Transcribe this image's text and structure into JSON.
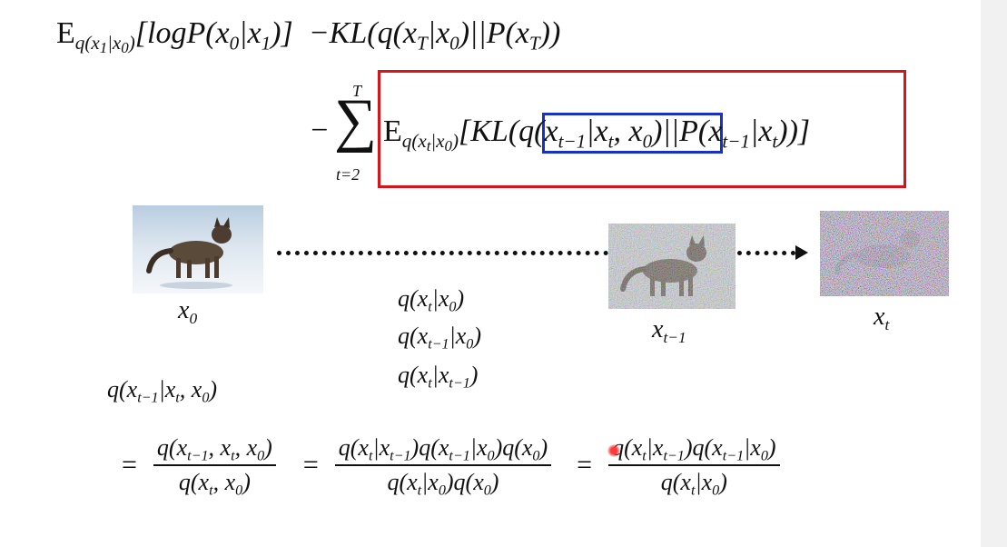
{
  "equation": {
    "line1": {
      "expect_sub": "q(x1|x0)",
      "expect_arg": "[logP(x0|x1)]",
      "kl_term": "−KL(q(xT|x0)||P(xT))"
    },
    "sum": {
      "minus": "−",
      "symbol": "∑",
      "upper": "T",
      "lower": "t=2"
    },
    "boxed_term": {
      "expect_sub": "q(xt|x0)",
      "inner_q": "q(xt−1|xt, x0)",
      "rest": "||P(xt−1|xt))]"
    },
    "colors": {
      "red_box": "#d7141a",
      "blue_box": "#1630c8"
    }
  },
  "diffusion": {
    "images": [
      {
        "label": "x0",
        "description_icon": "clean-cat-image"
      },
      {
        "label": "xt−1",
        "description_icon": "noisy-cat-image"
      },
      {
        "label": "xt",
        "description_icon": "very-noisy-cat-image"
      }
    ],
    "middle_equations": [
      "q(xt|x0)",
      "q(xt−1|x0)",
      "q(xt|xt−1)"
    ]
  },
  "derivation": {
    "lhs": "q(xt−1|xt, x0)",
    "frac1": {
      "num": "q(xt−1, xt, x0)",
      "den": "q(xt, x0)"
    },
    "frac2": {
      "num": "q(xt|xt−1)q(xt−1|x0)q(x0)",
      "den": "q(xt|x0)q(x0)"
    },
    "frac3": {
      "num": "q(xt|xt−1)q(xt−1|x0)",
      "den": "q(xt|x0)"
    }
  }
}
